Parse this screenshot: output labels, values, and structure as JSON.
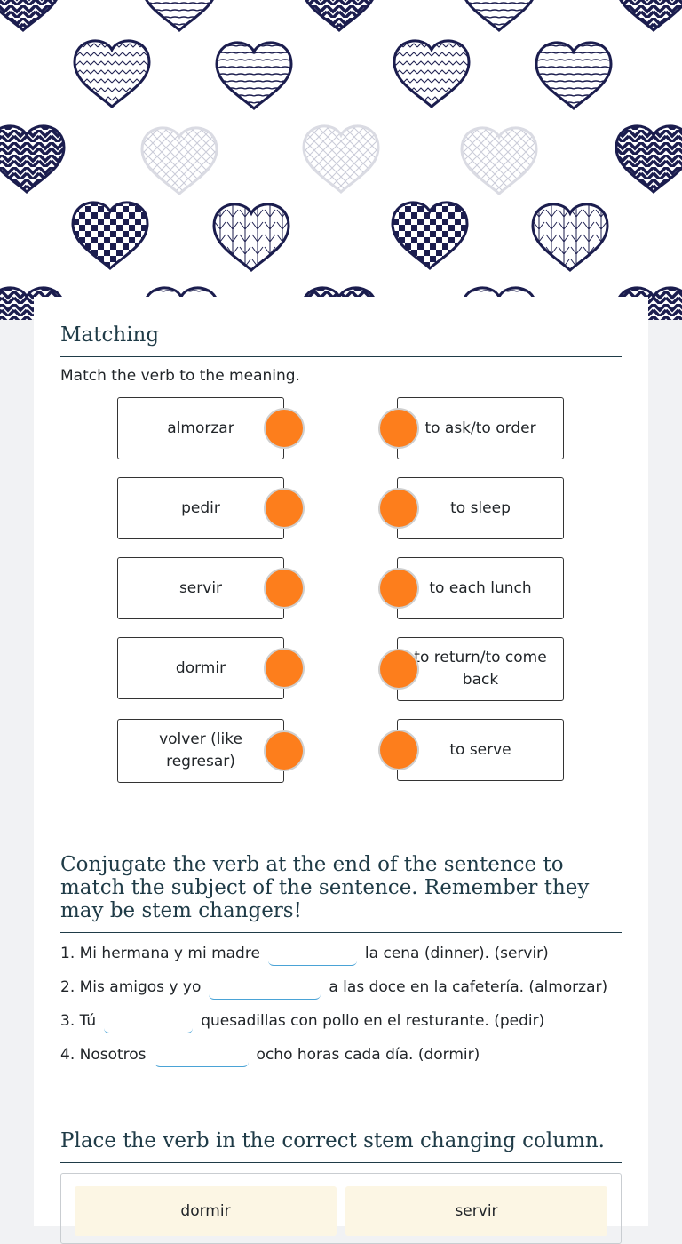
{
  "matching": {
    "title": "Matching",
    "instruction": "Match the verb to the meaning.",
    "left": [
      "almorzar",
      "pedir",
      "servir",
      "dormir",
      "volver (like regresar)"
    ],
    "right": [
      "to ask/to order",
      "to sleep",
      "to each lunch",
      "to return/to come back",
      "to serve"
    ]
  },
  "conjugate": {
    "title": "Conjugate the verb at the end of the sentence to match the subject of the sentence. Remember they may be stem changers!",
    "sentences": [
      {
        "before": "1. Mi hermana y mi madre",
        "after": "la cena (dinner). (servir)",
        "value": ""
      },
      {
        "before": "2. Mis amigos y yo",
        "after": "a las doce en la cafetería. (almorzar)",
        "value": ""
      },
      {
        "before": "3. Tú",
        "after": "quesadillas con pollo en el resturante. (pedir)",
        "value": ""
      },
      {
        "before": "4. Nosotros",
        "after": "ocho horas cada día. (dormir)",
        "value": ""
      }
    ]
  },
  "columns": {
    "title": "Place the verb in the correct stem changing column.",
    "chips": [
      "dormir",
      "servir"
    ]
  },
  "colors": {
    "accent": "#fd7e1c",
    "heading": "#1f3b47",
    "heart_navy": "#1b1d4e",
    "chip_bg": "#fcf6e4"
  }
}
